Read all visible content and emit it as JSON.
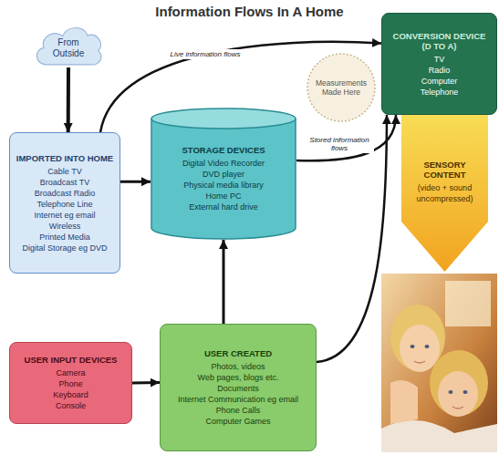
{
  "diagram": {
    "title": "Information Flows In A Home",
    "nodes": [
      {
        "text": [
          "From Outside"
        ]
      },
      {
        "text": [
          "IMPORTED INTO HOME",
          "Cable TV",
          "Broadcast TV",
          "Broadcast Radio",
          "Telephone Line",
          "Internet eg email",
          "Wireless",
          "Printed Media",
          "Digital Storage eg DVD"
        ]
      },
      {
        "text": [
          "STORAGE DEVICES",
          "Digital Video Recorder",
          "DVD player",
          "Physical media library",
          "Home PC",
          "External hard drive"
        ]
      },
      {
        "text": [
          "Measurements Made Here"
        ]
      },
      {
        "text": [
          "CONVERSION DEVICE (D TO A)",
          "TV",
          "Radio",
          "Computer",
          "Telephone"
        ]
      },
      {
        "text": [
          "SENSORY CONTENT",
          "(video + sound uncompressed)"
        ]
      },
      {
        "text": [
          "USER INPUT DEVICES",
          "Camera",
          "Phone",
          "Keyboard",
          "Console"
        ]
      },
      {
        "text": [
          "USER CREATED",
          "Photos, videos",
          "Web pages, blogs etc.",
          "Documents",
          "Internet Communication eg email",
          "Phone Calls",
          "Computer Games"
        ]
      }
    ],
    "edges": [
      {
        "from": 0,
        "to": 1,
        "arrow": "to"
      },
      {
        "from": 1,
        "to": 4,
        "label": "Live information flows",
        "arrow": "to"
      },
      {
        "from": 1,
        "to": 2,
        "arrow": "to"
      },
      {
        "from": 2,
        "to": 4,
        "label": "Stored information flows",
        "arrow": "to"
      },
      {
        "from": 6,
        "to": 7,
        "arrow": "to"
      },
      {
        "from": 7,
        "to": 2,
        "arrow": "to"
      },
      {
        "from": 7,
        "to": 4,
        "arrow": "to"
      }
    ]
  }
}
